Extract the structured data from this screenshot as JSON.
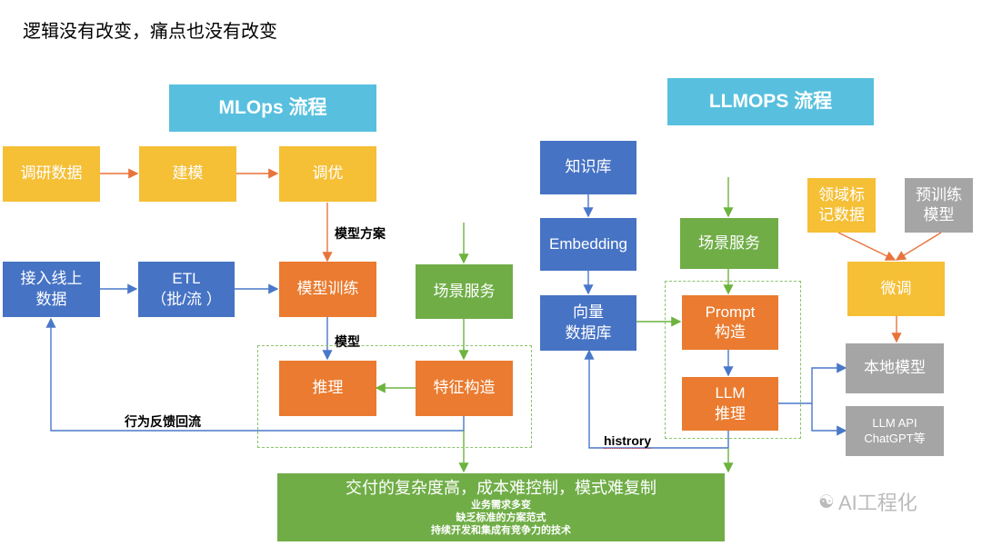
{
  "page_title": "逻辑没有改变，痛点也没有改变",
  "mlops": {
    "header": "MLOps 流程",
    "research": "调研数据",
    "build": "建模",
    "tune": "调优",
    "online_line1": "接入线上",
    "online_line2": "数据",
    "etl_line1": "ETL",
    "etl_line2": "（批/流 ）",
    "train": "模型训练",
    "scene": "场景服务",
    "infer": "推理",
    "feature": "特征构造",
    "label_plan": "模型方案",
    "label_model": "模型",
    "label_feedback": "行为反馈回流"
  },
  "llmops": {
    "header": "LLMOPS 流程",
    "kb": "知识库",
    "embedding": "Embedding",
    "vecdb_line1": "向量",
    "vecdb_line2": "数据库",
    "scene": "场景服务",
    "prompt_line1": "Prompt",
    "prompt_line2": "构造",
    "llm_line1": "LLM",
    "llm_line2": "推理",
    "domain_line1": "领域标",
    "domain_line2": "记数据",
    "pretrain_line1": "预训练",
    "pretrain_line2": "模型",
    "finetune": "微调",
    "local": "本地模型",
    "api_line1": "LLM API",
    "api_line2": "ChatGPT等",
    "label_history": "histrory"
  },
  "bottom": {
    "main": "交付的复杂度高，成本难控制，模式难复制",
    "line1": "业务需求多变",
    "line2": "缺乏标准的方案范式",
    "line3": "持续开发和集成有竞争力的技术"
  },
  "watermark": "AI工程化",
  "colors": {
    "yellow": "#f5bf36",
    "blue": "#4673c4",
    "orange": "#ea7b30",
    "green": "#70ad47",
    "gray": "#a5a5a5",
    "cyan": "#58c0de"
  }
}
